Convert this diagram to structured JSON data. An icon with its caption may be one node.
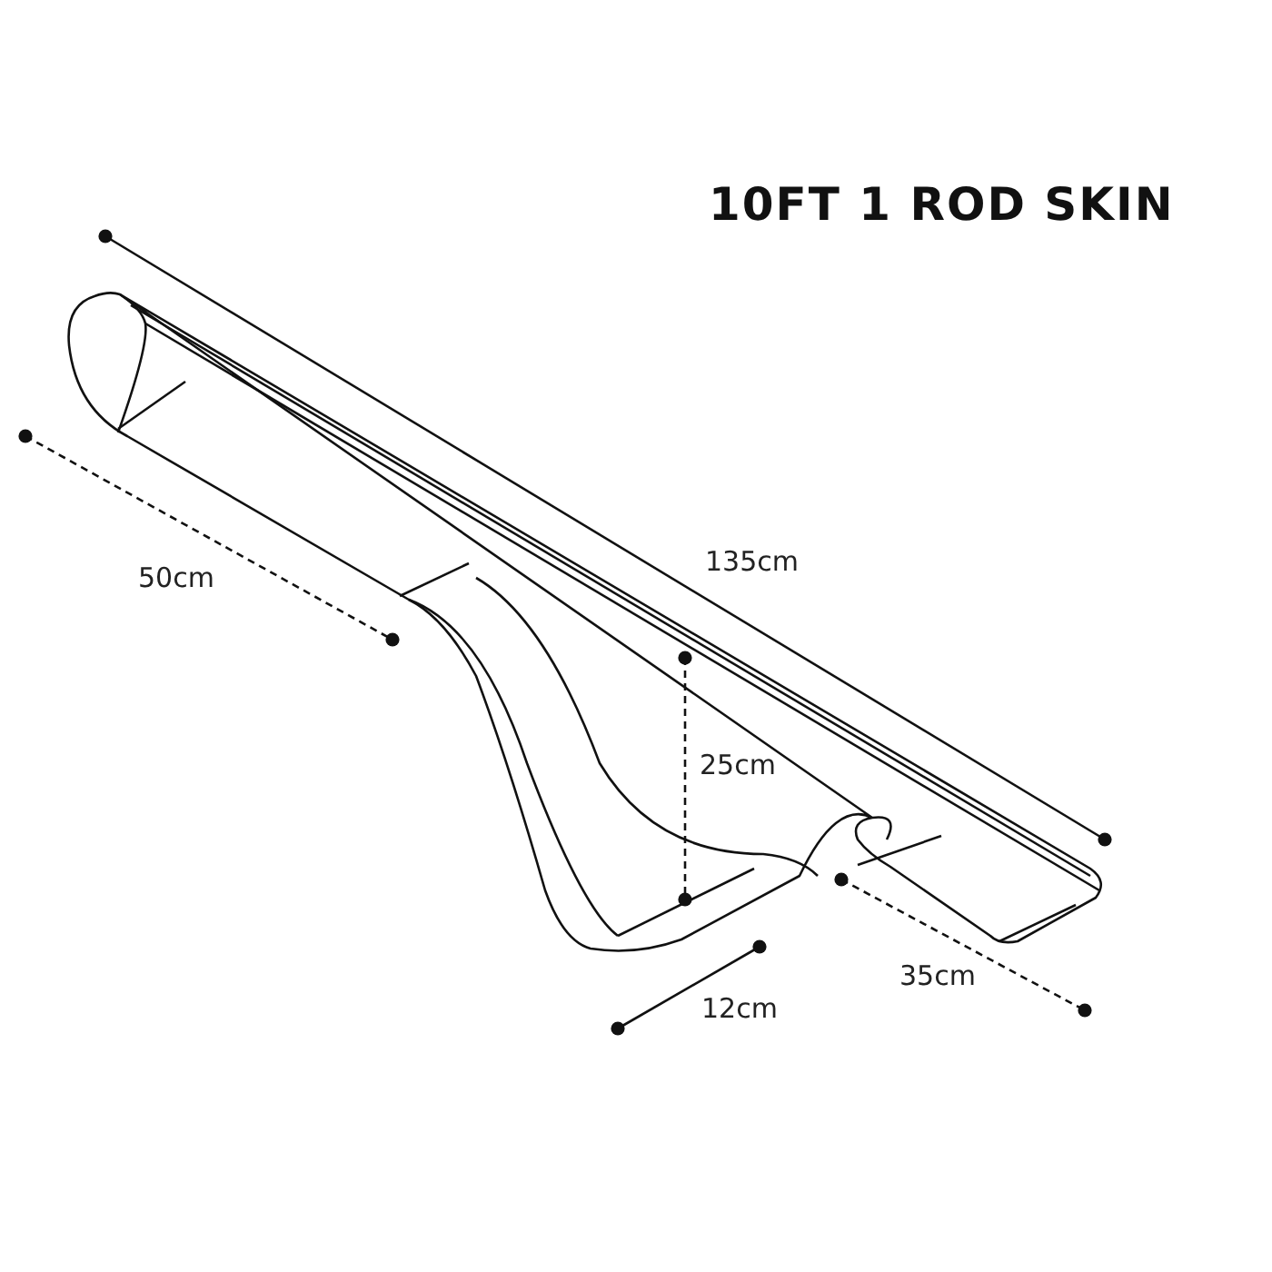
{
  "diagram": {
    "title": "10FT 1 ROD SKIN",
    "labels": [
      "135cm",
      "50cm",
      "25cm",
      "12cm",
      "35cm"
    ]
  }
}
